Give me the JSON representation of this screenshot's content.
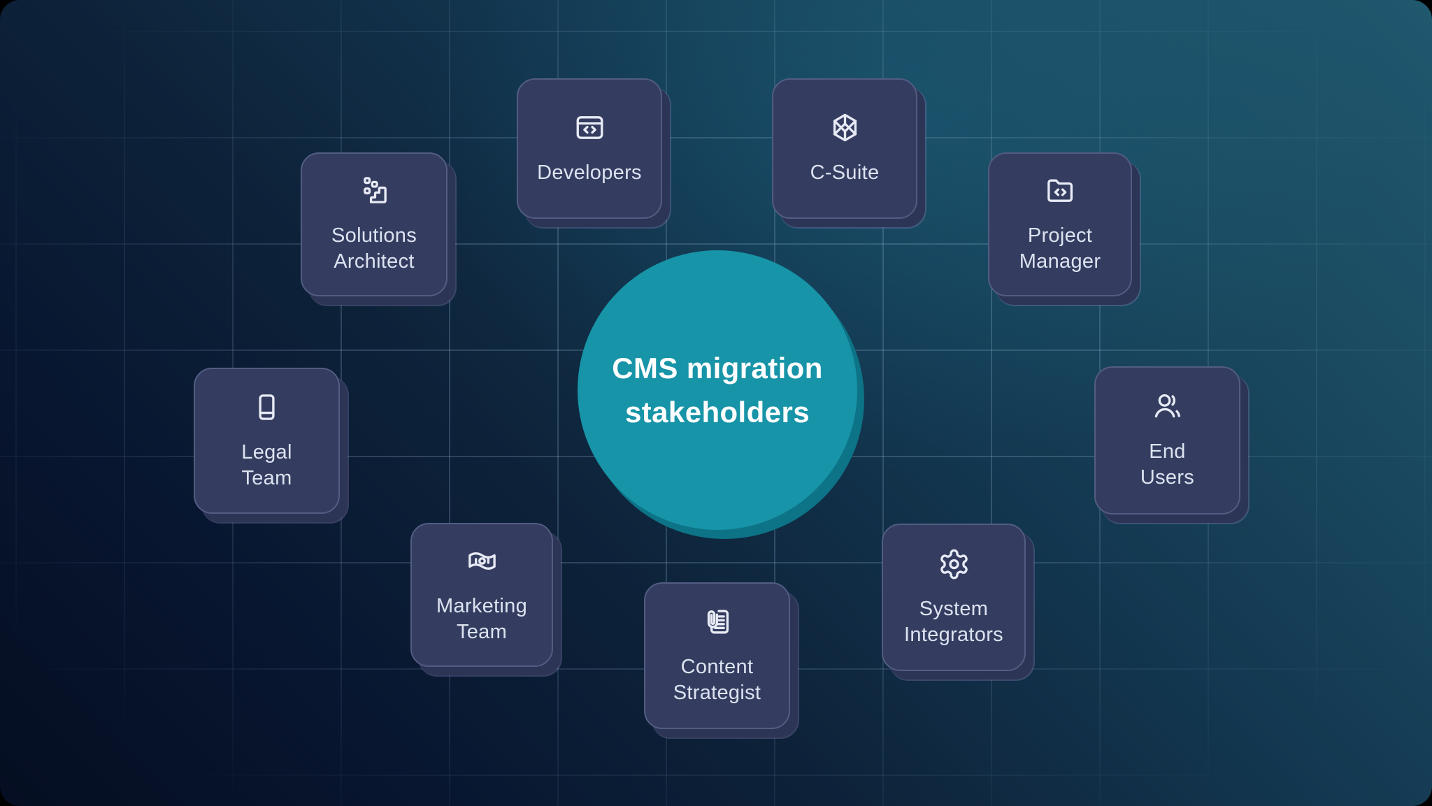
{
  "diagram": {
    "center": {
      "title": "CMS migration\nstakeholders",
      "fill_color": "#1794a8",
      "shadow_color": "#0d7386",
      "text_color": "#ffffff"
    },
    "cards": [
      {
        "id": "solutions-architect",
        "label": "Solutions\nArchitect",
        "icon": "pixel-blocks-stairs-icon"
      },
      {
        "id": "developers",
        "label": "Developers",
        "icon": "browser-code-icon"
      },
      {
        "id": "c-suite",
        "label": "C-Suite",
        "icon": "cube-wireframe-icon"
      },
      {
        "id": "project-manager",
        "label": "Project\nManager",
        "icon": "folder-code-icon"
      },
      {
        "id": "legal-team",
        "label": "Legal\nTeam",
        "icon": "book-icon"
      },
      {
        "id": "end-users",
        "label": "End\nUsers",
        "icon": "users-icon"
      },
      {
        "id": "marketing-team",
        "label": "Marketing\nTeam",
        "icon": "banknote-icon"
      },
      {
        "id": "content-strategist",
        "label": "Content\nStrategist",
        "icon": "document-paperclip-icon"
      },
      {
        "id": "system-integrators",
        "label": "System\nIntegrators",
        "icon": "gear-icon"
      }
    ],
    "colors": {
      "card_background": "#343d60",
      "card_border": "#535c82",
      "card_shadow": "#2d3556",
      "label_text": "#dde2f0",
      "grid_line": "rgba(150,180,215,0.26)",
      "background_top_right": "#20586f",
      "background_bottom_left": "#050e21"
    }
  }
}
